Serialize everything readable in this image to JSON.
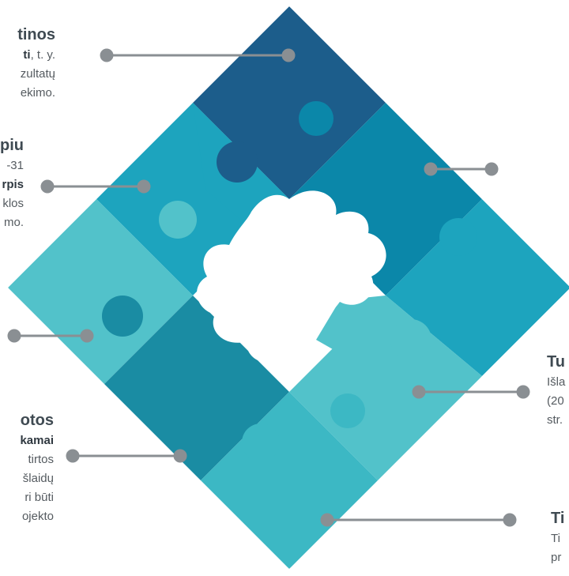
{
  "colors": {
    "connector": "#8a8f93",
    "piece_dark_blue": "#1c5d8b",
    "piece_ocean": "#0b87a9",
    "piece_teal": "#1da4be",
    "piece_light_teal": "#52c2ca",
    "piece_mid_teal": "#1a8ca3",
    "piece_aqua": "#3cb8c4",
    "center": "#ffffff"
  },
  "labels": {
    "top_left_1": {
      "heading": "tinos",
      "line1_bold": "ti",
      "line1_rest": ", t. y.",
      "line2": "zultatų",
      "line3": "ekimo."
    },
    "top_left_2": {
      "heading": "piu",
      "line1": "-31",
      "line2_bold": "rpis",
      "line3": "klos",
      "line4": "mo."
    },
    "bottom_left": {
      "heading": "otos",
      "line1_bold": "kamai",
      "line2": "tirtos",
      "line3": "šlaidų",
      "line4": "ri būti",
      "line5": "ojekto"
    },
    "right_1": {
      "heading": "Tu",
      "line1": "Išla",
      "line2": "(20",
      "line3": "str."
    },
    "right_2": {
      "heading": "Ti",
      "line1": "Ti",
      "line2": "pr"
    }
  }
}
